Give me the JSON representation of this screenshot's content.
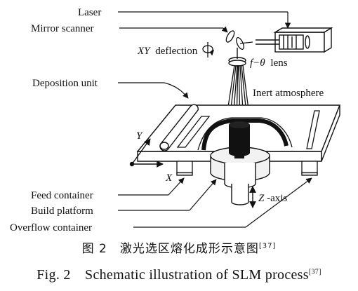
{
  "labels": {
    "laser": "Laser",
    "mirror_scanner": "Mirror scanner",
    "xy_deflection": "deflection",
    "xy_symbol": "XY",
    "f_theta_symbol": "f−θ",
    "f_theta_lens": "lens",
    "deposition_unit": "Deposition unit",
    "inert_atmosphere": "Inert atmosphere",
    "axis_y": "Y",
    "axis_x": "X",
    "z_axis_symbol": "Z",
    "z_axis_text": "-axis",
    "feed_container": "Feed container",
    "build_platform": "Build platform",
    "overflow_container": "Overflow container"
  },
  "caption": {
    "cn_text": "图 2　激光选区熔化成形示意图",
    "cn_ref": "[37]",
    "en_text": "Fig. 2　Schematic illustration of SLM process",
    "en_ref": "[37]"
  },
  "colors": {
    "ink": "#111111",
    "background": "#ffffff",
    "platform_fill": "#f2f2f2"
  }
}
